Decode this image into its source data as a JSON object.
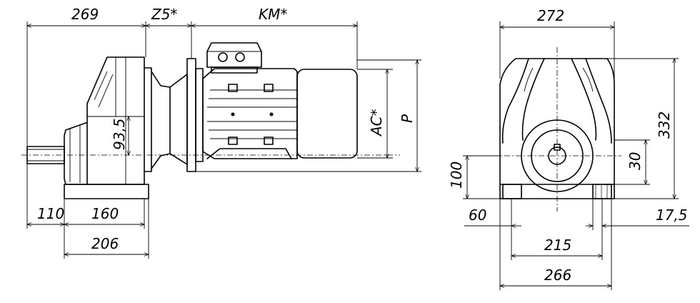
{
  "side_view": {
    "overall_length": "269",
    "z5": "Z5*",
    "km": "KM*",
    "ac": "AC*",
    "p": "P",
    "axis_height": "93,5",
    "shaft_length": "110",
    "foot_inner": "160",
    "foot_outer": "206"
  },
  "end_view": {
    "width_top": "272",
    "height": "332",
    "axis_height": "100",
    "shaft_dim": "30",
    "foot_edge": "60",
    "foot_thickness": "17,5",
    "foot_inner": "215",
    "foot_outer": "266"
  }
}
